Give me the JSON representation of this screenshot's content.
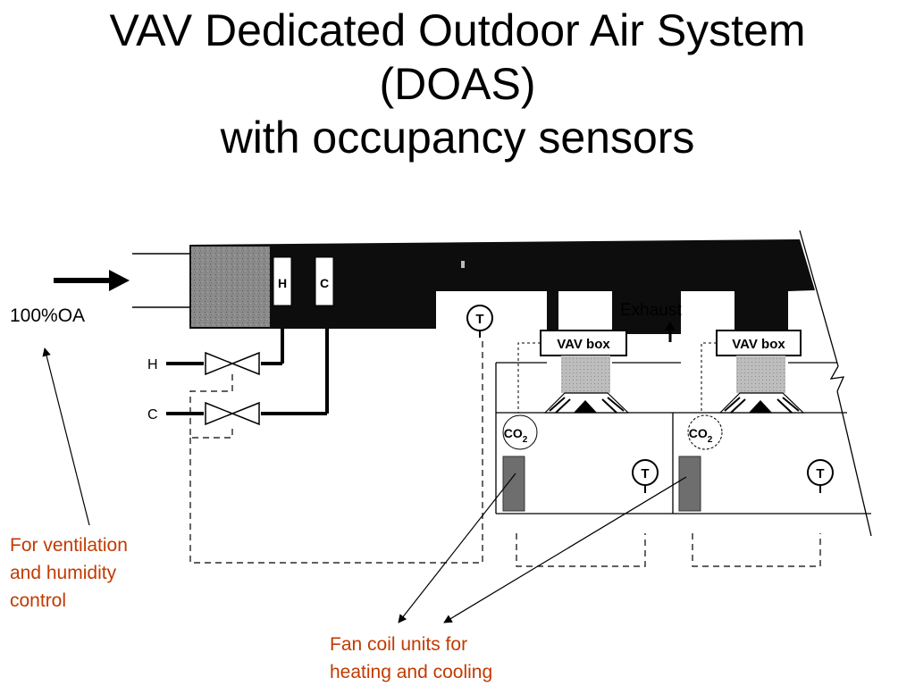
{
  "title": {
    "line1": "VAV Dedicated Outdoor Air System",
    "line2": "(DOAS)",
    "line3": "with occupancy sensors"
  },
  "labels": {
    "oa": "100%OA",
    "exhaust": "Exhaust",
    "vav_box_1": "VAV box",
    "vav_box_2": "VAV box",
    "heating_coil": "H",
    "cooling_coil": "C",
    "hot_water": "H",
    "chilled_water": "C",
    "thermostat_duct": "T",
    "thermostat_room1": "T",
    "thermostat_room2": "T",
    "co2_sensor_1": "CO",
    "co2_sensor_1_sub": "2",
    "co2_sensor_2": "CO",
    "co2_sensor_2_sub": "2"
  },
  "notes": {
    "ventilation_line1": "For ventilation",
    "ventilation_line2": "and humidity",
    "ventilation_line3": "control",
    "fancoil_line1": "Fan coil units for",
    "fancoil_line2": "heating and cooling"
  },
  "colors": {
    "duct": "#0d0d0d",
    "filter": "#8a8a8a",
    "fan_coil": "#6e6e6e",
    "note_text": "#c23a00"
  }
}
